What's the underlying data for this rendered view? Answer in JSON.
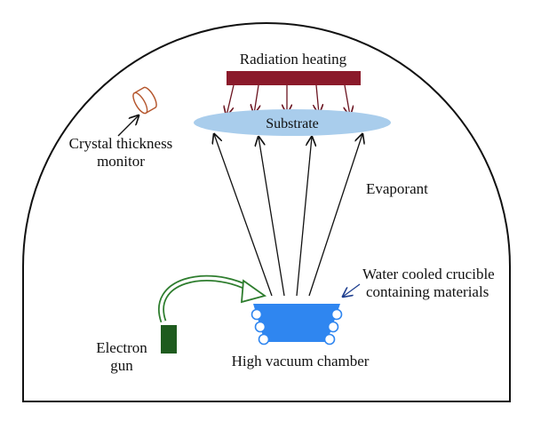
{
  "labels": {
    "radiation_heating": "Radiation heating",
    "substrate": "Substrate",
    "crystal_line1": "Crystal thickness",
    "crystal_line2": "monitor",
    "evaporant": "Evaporant",
    "crucible_line1": "Water cooled crucible",
    "crucible_line2": "containing materials",
    "electron_line1": "Electron",
    "electron_line2": "gun",
    "chamber": "High vacuum chamber"
  },
  "colors": {
    "heater": "#8b1a2b",
    "substrate": "#a9cdec",
    "crucible": "#2f86f0",
    "coil": "#2f86f0",
    "electron_gun": "#1e5b1e",
    "beam_arrow": "#2e7d2e",
    "crystal_monitor": "#b5572e",
    "chamber_outline": "#111111",
    "pointer_arrow": "#1f3f8f"
  }
}
